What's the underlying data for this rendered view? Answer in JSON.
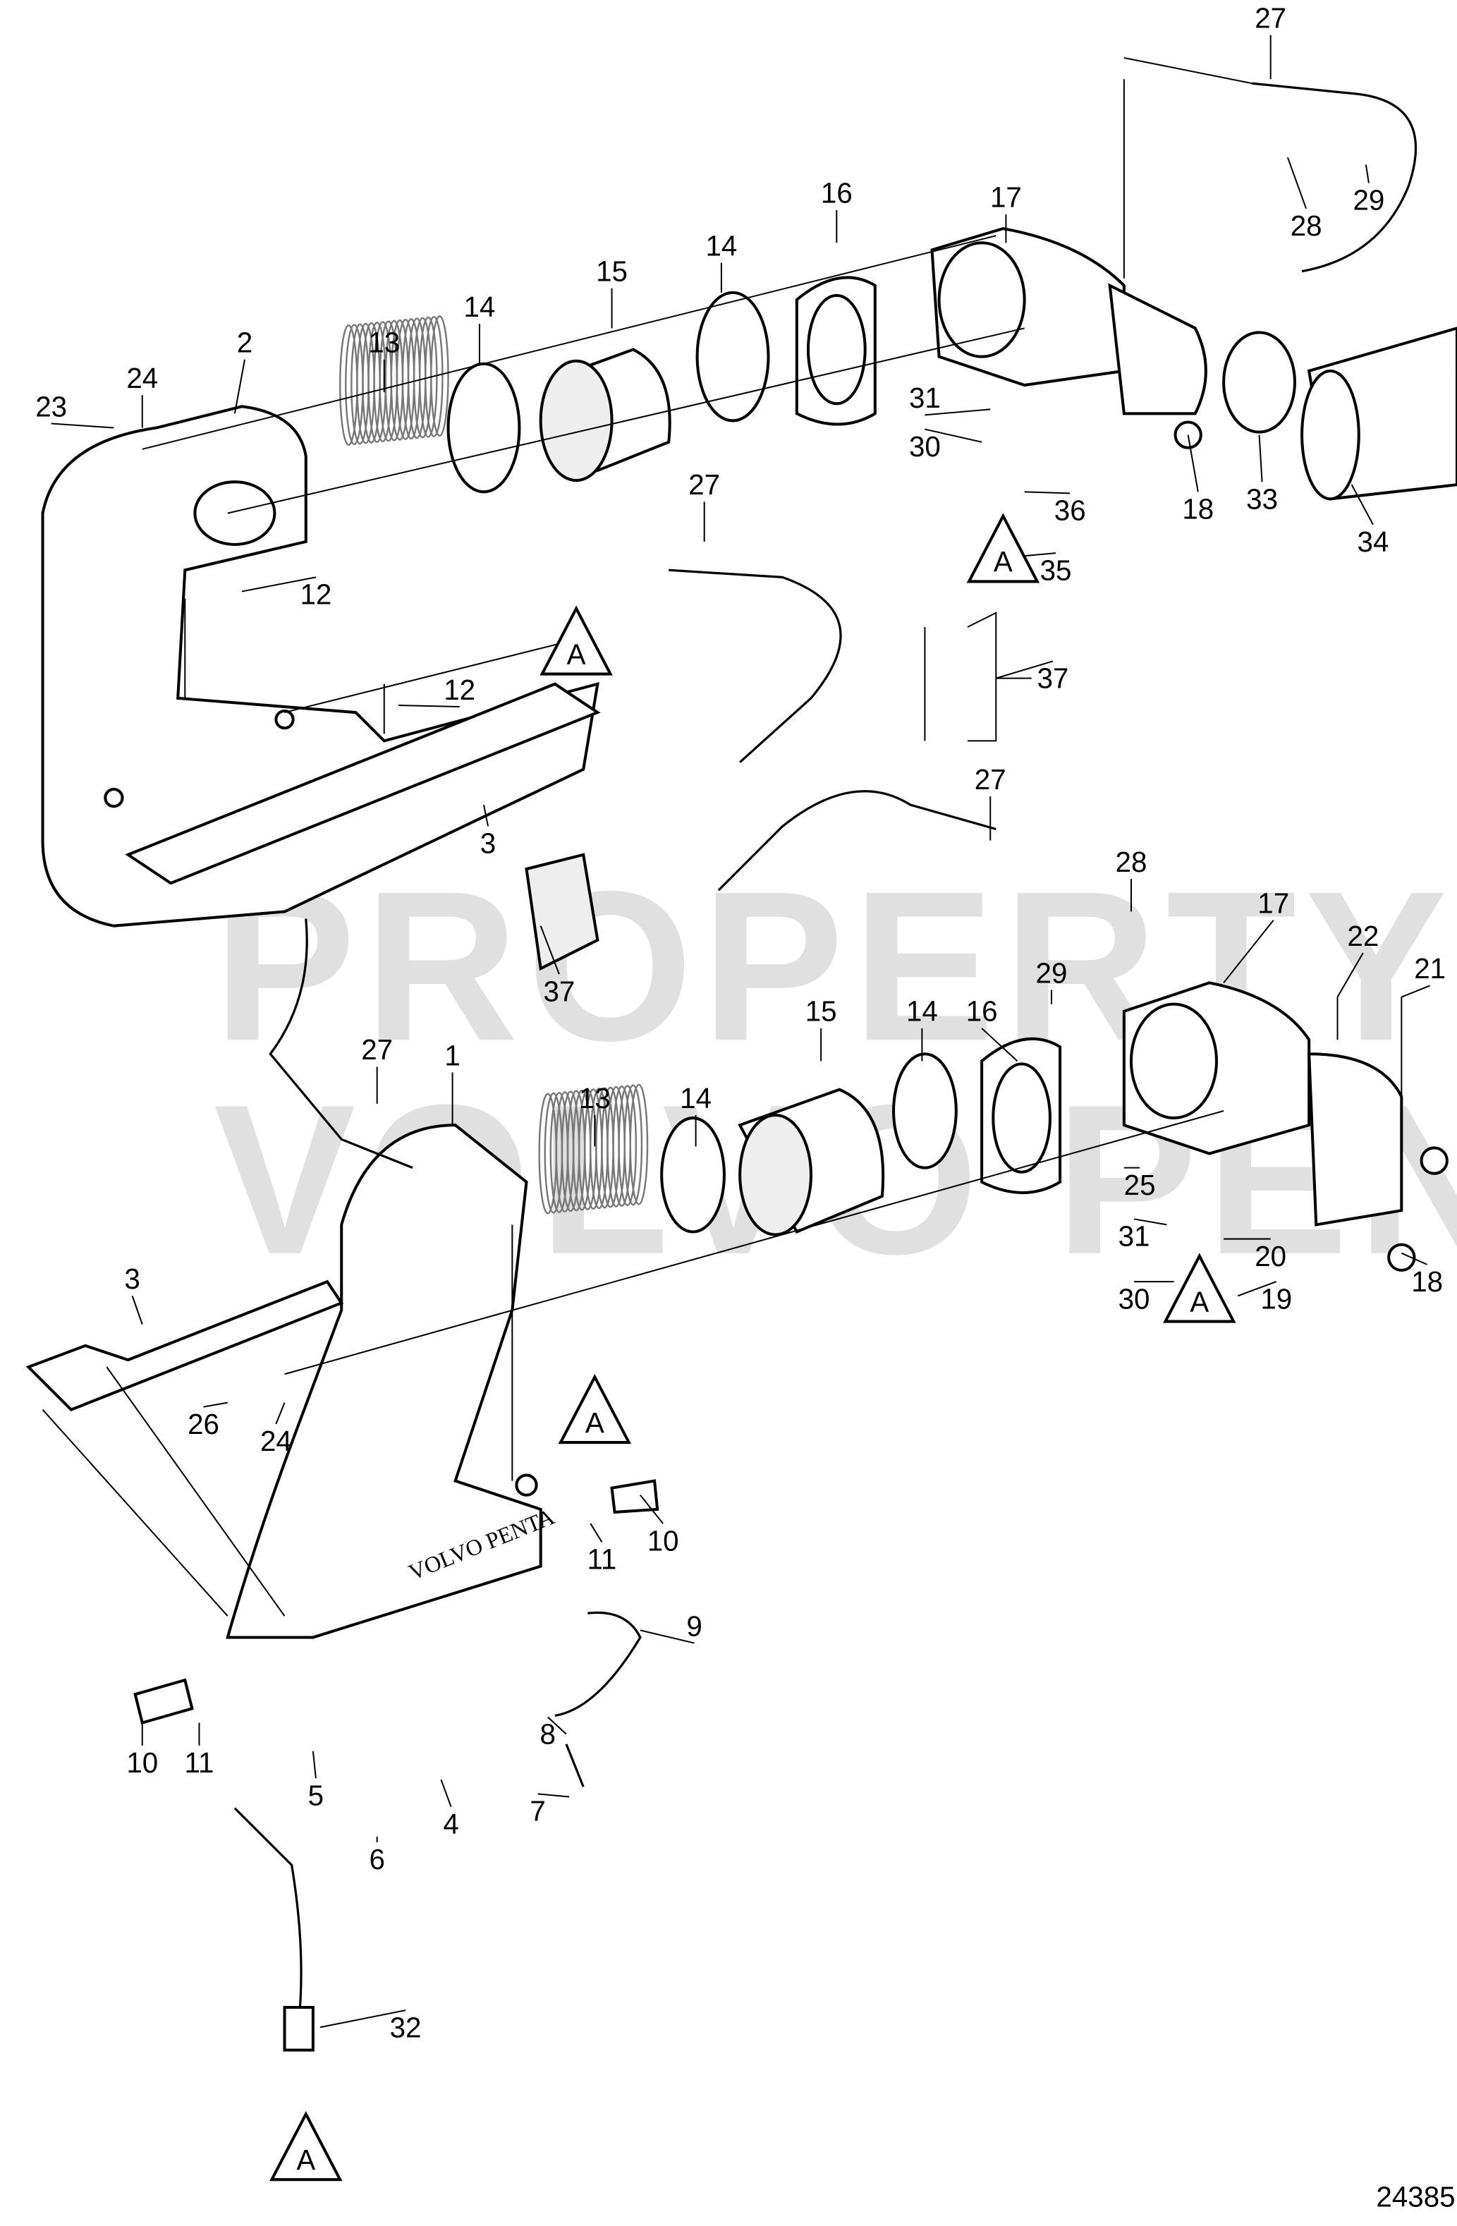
{
  "diagram": {
    "drawing_number": "24385",
    "watermark_line1": "PROPERTY OF",
    "watermark_line2": "VOLVO PENTA",
    "manifold_brand_text": "VOLVO PENTA",
    "callouts": [
      "27",
      "29",
      "28",
      "17",
      "16",
      "14",
      "15",
      "14",
      "13",
      "2",
      "24",
      "23",
      "31",
      "30",
      "36",
      "35",
      "18",
      "33",
      "34",
      "12",
      "27",
      "12",
      "37",
      "3",
      "27",
      "28",
      "17",
      "22",
      "21",
      "16",
      "15",
      "14",
      "37",
      "29",
      "27",
      "1",
      "13",
      "14",
      "25",
      "31",
      "20",
      "30",
      "19",
      "18",
      "3",
      "26",
      "24",
      "10",
      "11",
      "9",
      "8",
      "7",
      "10",
      "11",
      "5",
      "4",
      "6",
      "32"
    ],
    "reference_markers": [
      "A",
      "A",
      "A",
      "A",
      "A"
    ]
  }
}
